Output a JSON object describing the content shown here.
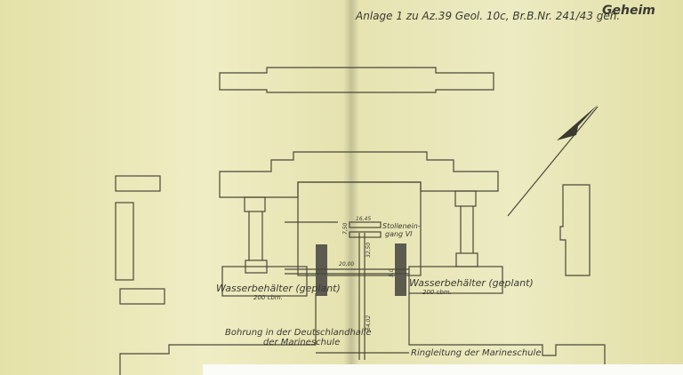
{
  "header": {
    "reference": "Anlage 1 zu Az.39 Geol. 10c, Br.B.Nr. 241/43 geh.",
    "classification": "Geheim"
  },
  "labels": {
    "tank_left": "Wasserbehälter (geplant)",
    "tank_left_volume": "200 cbm.",
    "tank_right": "Wasserbehälter (geplant)",
    "tank_right_volume": "200 cbm.",
    "tunnel_entrance_line1": "Stollenein-",
    "tunnel_entrance_line2": "gang VI",
    "borehole_line1": "Bohrung in der Deutschlandhalle",
    "borehole_line2": "der Marineschule",
    "ring_main": "Ringleitung der Marineschule"
  },
  "dimensions": {
    "d1": "16,45",
    "d2": "7,50",
    "d3": "32,50",
    "d4": "20,00",
    "d5": "5,0",
    "d6": "64,02"
  },
  "icons": {
    "north_arrow": "north-arrow-icon"
  }
}
